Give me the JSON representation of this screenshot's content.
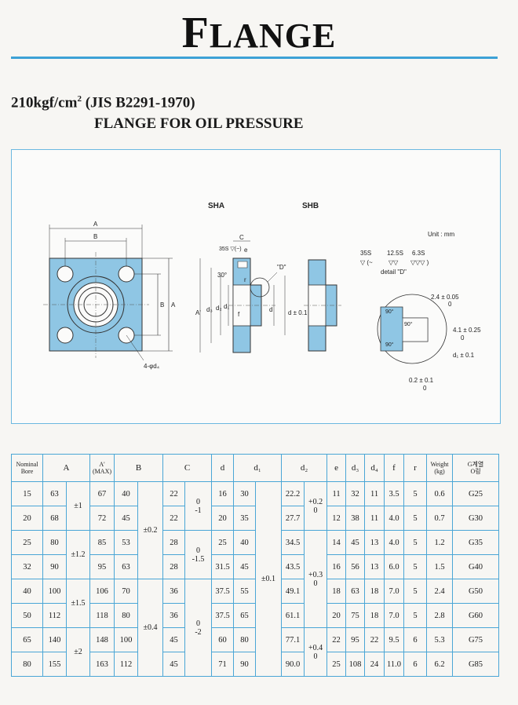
{
  "title": {
    "first": "F",
    "rest": "LANGE"
  },
  "subtitle": {
    "line1_a": "210kgf/cm",
    "line1_sup": "2",
    "line1_b": " (JIS B2291-1970)",
    "line2": "FLANGE FOR OIL PRESSURE"
  },
  "drawing": {
    "label_sha": "SHA",
    "label_shb": "SHB",
    "unit": "Unit : mm",
    "dim_A": "A",
    "dim_B": "B",
    "dim_Aprime": "A'",
    "holes": "4-φd₄",
    "finish_35s": "35S",
    "finish_12s": "12.5S",
    "finish_63s": "6.3S",
    "finish_symbols_1": "▽ (~",
    "finish_symbols_2": "▽▽",
    "finish_symbols_3": "▽▽▽ )",
    "detail": "detail \"D\"",
    "detail_ref": "\"D\"",
    "dim_C": "C",
    "dim_e": "e",
    "dim_30": "30°",
    "dim_r": "r",
    "dim_d3": "d₃",
    "dim_d2": "d₂",
    "dim_d1": "d₁",
    "dim_f": "f",
    "dim_d": "d",
    "dim_dtol": "d ± 0.1",
    "dim_24": "2.4 ± 0.05",
    "dim_24b": "0",
    "dim_41": "4.1 ± 0.25",
    "dim_41b": "0",
    "dim_d1tol": "d₁ ± 0.1",
    "dim_02": "0.2 ± 0.1",
    "dim_02b": "0",
    "dim_angle1": "90°",
    "dim_angle2": "90°",
    "dim_angle3": "90°",
    "dim_5s": "35S ▽(~)",
    "colors": {
      "fill": "#8fc6e4",
      "line": "#333333",
      "frame": "#6cb8e0"
    }
  },
  "table": {
    "headers": {
      "bore": "Nominal Bore",
      "A": "A",
      "Aprime": "A'",
      "Aprime2": "(MAX)",
      "B": "B",
      "C": "C",
      "d": "d",
      "d1": "d₁",
      "d2": "d₂",
      "e": "e",
      "d3": "d₃",
      "d4": "d₄",
      "f": "f",
      "r": "r",
      "weight": "Weight",
      "weight_unit": "(kg)",
      "oring": "G계열",
      "oring2": "O링"
    },
    "rows": [
      {
        "bore": "15",
        "A": "63",
        "Ap": "67",
        "B": "40",
        "C": "22",
        "d": "16",
        "d1": "30",
        "d2": "22.2",
        "e": "11",
        "d3": "32",
        "d4": "11",
        "f": "3.5",
        "r": "5",
        "w": "0.6",
        "o": "G25"
      },
      {
        "bore": "20",
        "A": "68",
        "Ap": "72",
        "B": "45",
        "C": "22",
        "d": "20",
        "d1": "35",
        "d2": "27.7",
        "e": "12",
        "d3": "38",
        "d4": "11",
        "f": "4.0",
        "r": "5",
        "w": "0.7",
        "o": "G30"
      },
      {
        "bore": "25",
        "A": "80",
        "Ap": "85",
        "B": "53",
        "C": "28",
        "d": "25",
        "d1": "40",
        "d2": "34.5",
        "e": "14",
        "d3": "45",
        "d4": "13",
        "f": "4.0",
        "r": "5",
        "w": "1.2",
        "o": "G35"
      },
      {
        "bore": "32",
        "A": "90",
        "Ap": "95",
        "B": "63",
        "C": "28",
        "d": "31.5",
        "d1": "45",
        "d2": "43.5",
        "e": "16",
        "d3": "56",
        "d4": "13",
        "f": "6.0",
        "r": "5",
        "w": "1.5",
        "o": "G40"
      },
      {
        "bore": "40",
        "A": "100",
        "Ap": "106",
        "B": "70",
        "C": "36",
        "d": "37.5",
        "d1": "55",
        "d2": "49.1",
        "e": "18",
        "d3": "63",
        "d4": "18",
        "f": "7.0",
        "r": "5",
        "w": "2.4",
        "o": "G50"
      },
      {
        "bore": "50",
        "A": "112",
        "Ap": "118",
        "B": "80",
        "C": "36",
        "d": "37.5",
        "d1": "65",
        "d2": "61.1",
        "e": "20",
        "d3": "75",
        "d4": "18",
        "f": "7.0",
        "r": "5",
        "w": "2.8",
        "o": "G60"
      },
      {
        "bore": "65",
        "A": "140",
        "Ap": "148",
        "B": "100",
        "C": "45",
        "d": "60",
        "d1": "80",
        "d2": "77.1",
        "e": "22",
        "d3": "95",
        "d4": "22",
        "f": "9.5",
        "r": "6",
        "w": "5.3",
        "o": "G75"
      },
      {
        "bore": "80",
        "A": "155",
        "Ap": "163",
        "B": "112",
        "C": "45",
        "d": "71",
        "d1": "90",
        "d2": "90.0",
        "e": "25",
        "d3": "108",
        "d4": "24",
        "f": "11.0",
        "r": "6",
        "w": "6.2",
        "o": "G85"
      }
    ],
    "tol_A": [
      "±1",
      "±1.2",
      "±1.5",
      "±2"
    ],
    "tol_B": [
      "±0.2",
      "±0.4"
    ],
    "tol_C": [
      [
        "0",
        "-1"
      ],
      [
        "0",
        "-1.5"
      ],
      [
        "0",
        "-2"
      ]
    ],
    "tol_d1": "±0.1",
    "tol_d2": [
      [
        "+0.2",
        "0"
      ],
      [
        "+0.3",
        "0"
      ],
      [
        "+0.4",
        "0"
      ]
    ]
  }
}
